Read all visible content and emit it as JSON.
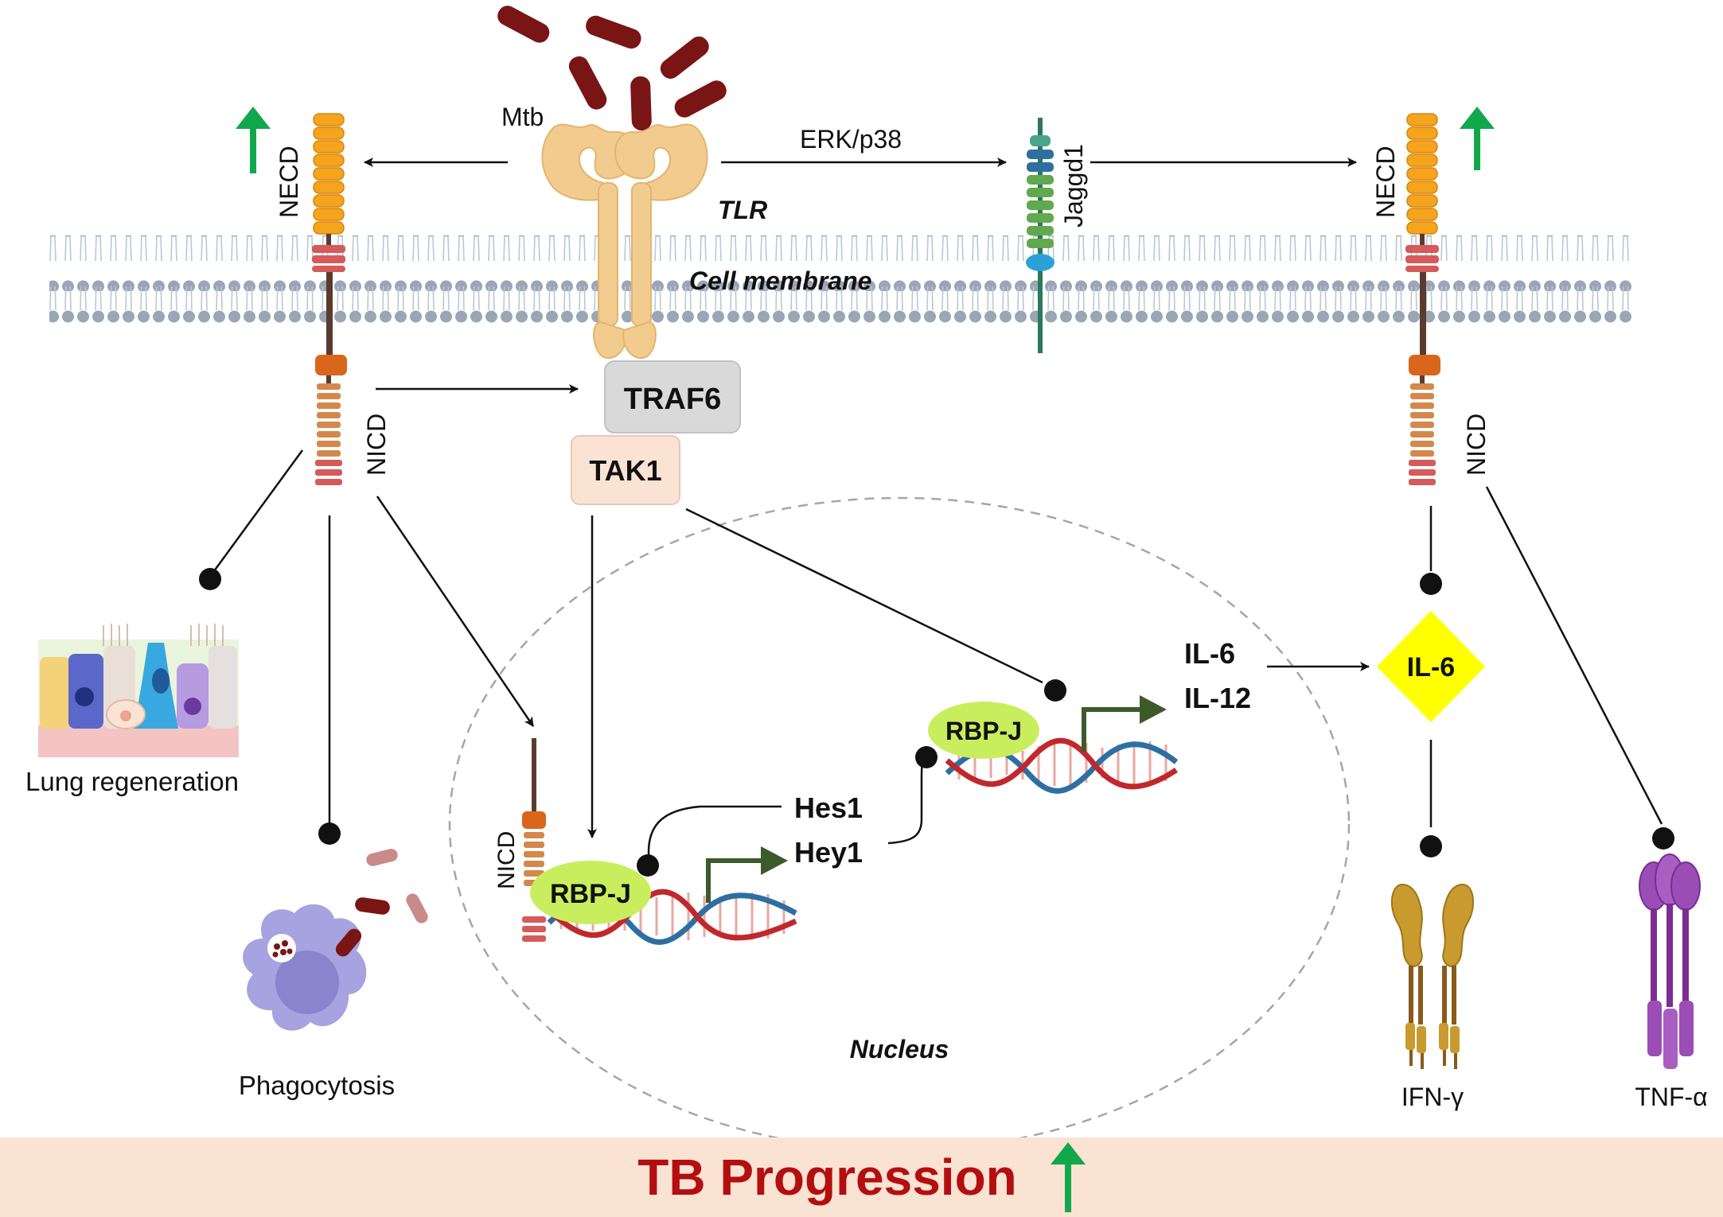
{
  "labels": {
    "mtb": "Mtb",
    "tlr": "TLR",
    "erk_p38": "ERK/p38",
    "jaggd1": "Jaggd1",
    "necd_left": "NECD",
    "necd_right": "NECD",
    "nicd_left": "NICD",
    "nicd_right": "NICD",
    "nicd_nucleus": "NICD",
    "cell_membrane": "Cell membrane",
    "traf6": "TRAF6",
    "tak1": "TAK1",
    "rbpj_1": "RBP-J",
    "rbpj_2": "RBP-J",
    "hes1": "Hes1",
    "hey1": "Hey1",
    "il6_text": "IL-6",
    "il12_text": "IL-12",
    "il6_diamond": "IL-6",
    "nucleus": "Nucleus",
    "lung_regeneration": "Lung regeneration",
    "phagocytosis": "Phagocytosis",
    "ifn_gamma": "IFN-γ",
    "tnf_alpha": "TNF-α"
  },
  "footer": {
    "title": "TB Progression"
  },
  "colors": {
    "mtb_bacteria": "#7a1515",
    "tlr_receptor": "#f1cc8e",
    "notch_necd": "#f5a41d",
    "notch_nicd": "#d4884c",
    "membrane_head": "#9aa6b5",
    "traf6_box": "#d9d9d9",
    "tak1_box": "#fbe3d4",
    "rbpj": "#c8ee5e",
    "il6_diamond": "#ffff00",
    "up_arrow": "#11a84b",
    "footer_band": "#fbe3d4",
    "footer_text": "#b30f10",
    "ifn_receptor": "#c99a2e",
    "tnf_receptor": "#9a4db5"
  },
  "icons": [
    "mtb-bacteria-icon",
    "tlr-receptor-icon",
    "notch-receptor-icon",
    "jagged1-ligand-icon",
    "dna-icon",
    "lung-epithelium-icon",
    "macrophage-icon",
    "ifn-gamma-receptor-icon",
    "tnf-alpha-receptor-icon",
    "up-arrow-icon"
  ]
}
